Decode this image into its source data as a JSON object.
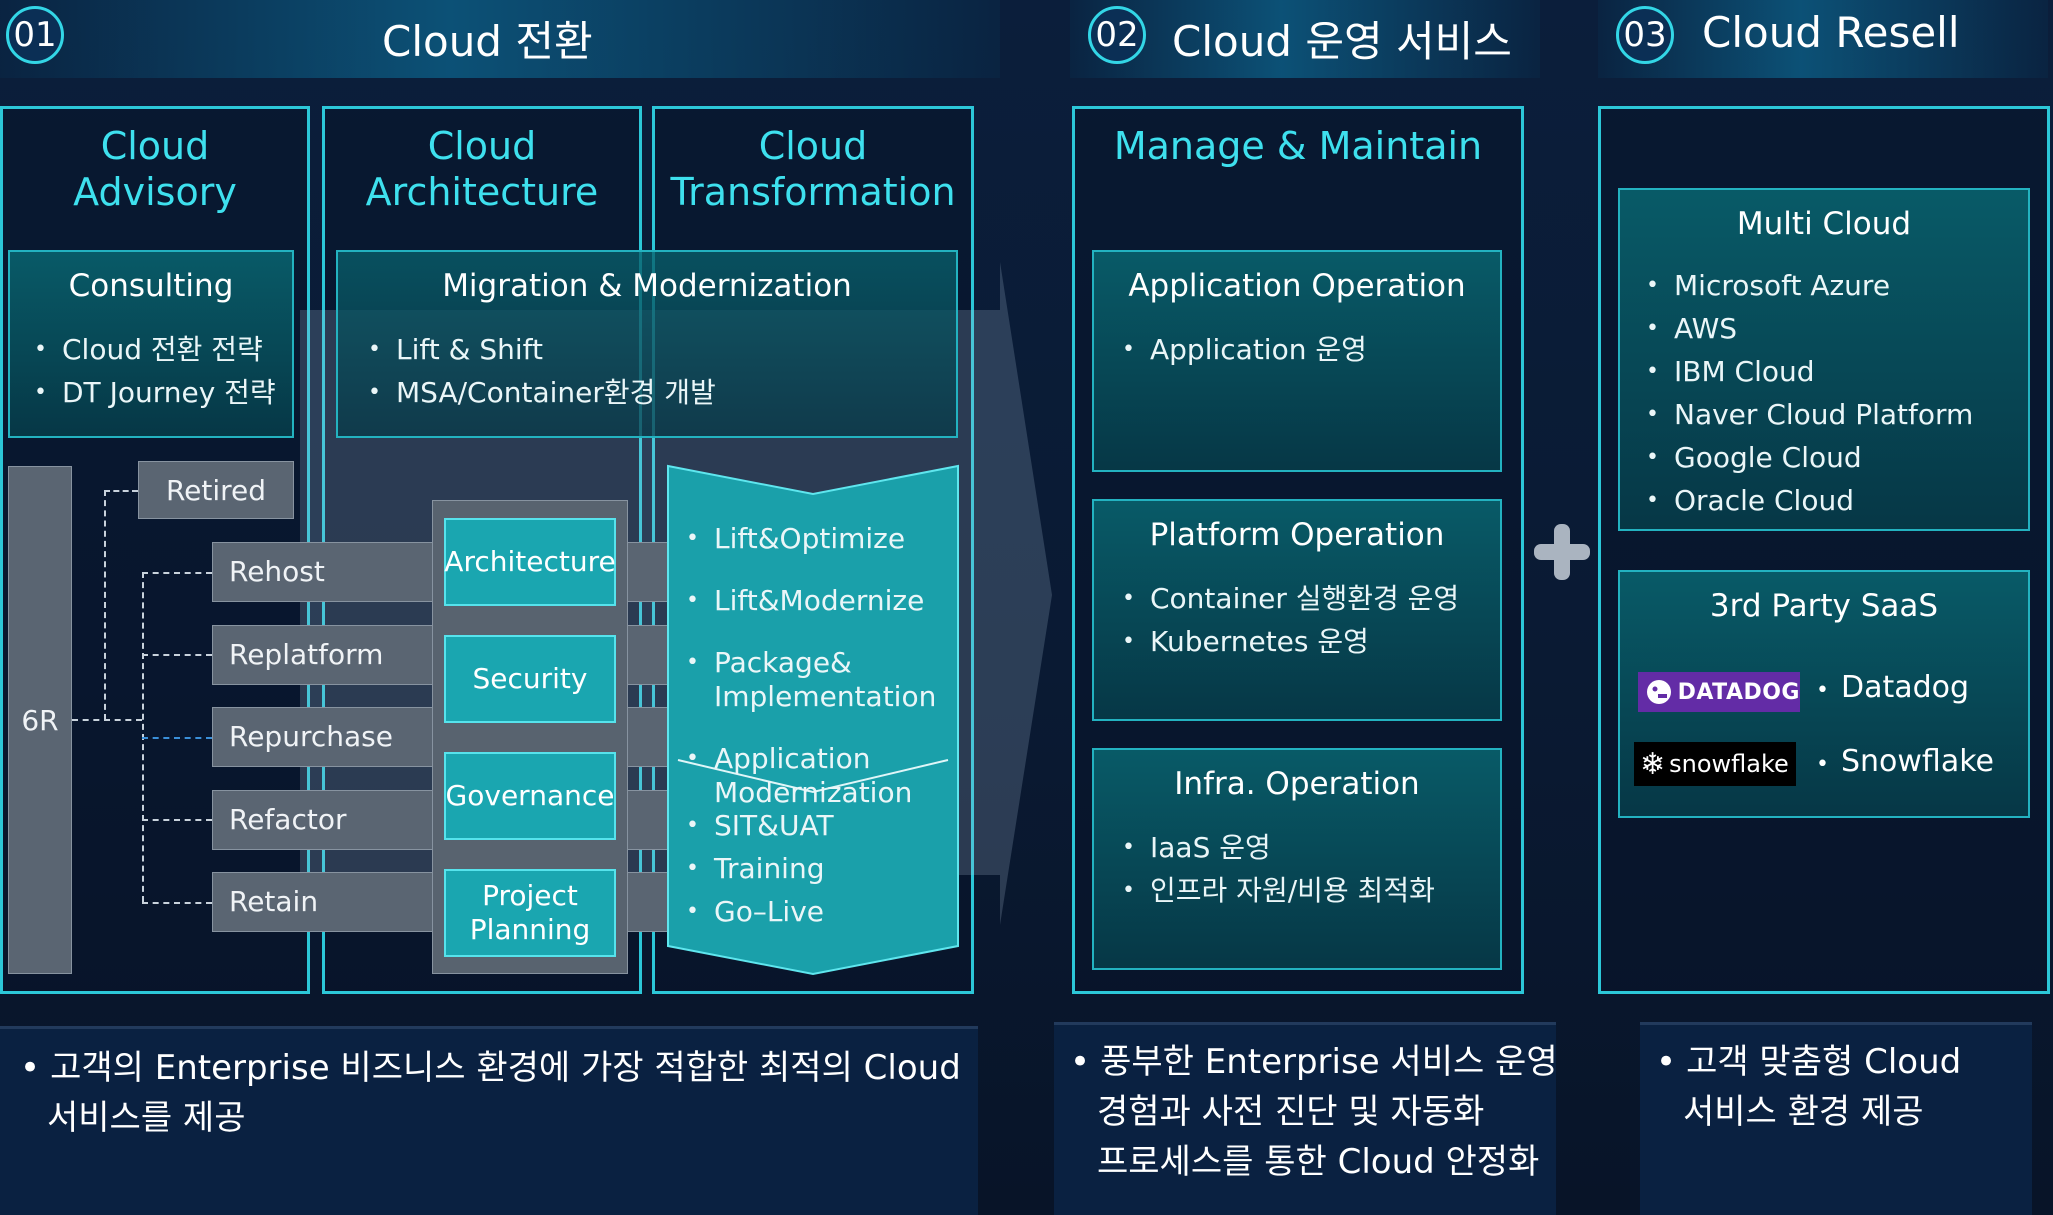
{
  "header": {
    "s1": {
      "num": "01",
      "title": "Cloud 전환"
    },
    "s2": {
      "num": "02",
      "title": "Cloud 운영 서비스"
    },
    "s3": {
      "num": "03",
      "title": "Cloud Resell"
    }
  },
  "columns": {
    "advisory": {
      "line1": "Cloud",
      "line2": "Advisory"
    },
    "architecture": {
      "line1": "Cloud",
      "line2": "Architecture"
    },
    "transformation": {
      "line1": "Cloud",
      "line2": "Transformation"
    },
    "manage": {
      "title": "Manage & Maintain"
    }
  },
  "consulting": {
    "title": "Consulting",
    "items": [
      "Cloud 전환 전략",
      "DT Journey 전략"
    ]
  },
  "migration": {
    "title": "Migration & Modernization",
    "items": [
      "Lift & Shift",
      "MSA/Container환경 개발"
    ]
  },
  "six_r": {
    "label": "6R",
    "retired": "Retired",
    "items": [
      "Rehost",
      "Replatform",
      "Repurchase",
      "Refactor",
      "Retain"
    ]
  },
  "arch_buttons": [
    "Architecture",
    "Security",
    "Governance",
    "Project\nPlanning"
  ],
  "transform": {
    "top_items": [
      "Lift&Optimize",
      "Lift&Modernize",
      "Package&\nImplementation",
      "Application\nModernization"
    ],
    "bottom_items": [
      "SIT&UAT",
      "Training",
      "Go–Live"
    ]
  },
  "operations": [
    {
      "title": "Application Operation",
      "items": [
        "Application 운영"
      ]
    },
    {
      "title": "Platform Operation",
      "items": [
        "Container 실행환경 운영",
        "Kubernetes 운영"
      ]
    },
    {
      "title": "Infra. Operation",
      "items": [
        "IaaS  운영",
        "인프라 자원/비용 최적화"
      ]
    }
  ],
  "multicloud": {
    "title": "Multi Cloud",
    "items": [
      "Microsoft Azure",
      "AWS",
      "IBM Cloud",
      "Naver Cloud Platform",
      "Google Cloud",
      "Oracle Cloud"
    ]
  },
  "saas": {
    "title": "3rd Party SaaS",
    "vendors": [
      {
        "logo": "DATADOG",
        "name": "Datadog"
      },
      {
        "logo": "snowflake",
        "name": "Snowflake"
      }
    ]
  },
  "footer": {
    "f1": {
      "line1": "고객의 Enterprise 비즈니스 환경에 가장 적합한 최적의 Cloud",
      "line2": "서비스를 제공"
    },
    "f2": {
      "line1": "풍부한 Enterprise 서비스 운영",
      "line2": "경험과 사전 진단 및 자동화",
      "line3": "프로세스를 통한 Cloud 안정화"
    },
    "f3": {
      "line1": "고객 맞춤형 Cloud",
      "line2": "서비스 환경 제공"
    }
  },
  "colors": {
    "accent": "#2cc7d8",
    "title_cyan": "#3ee0ee",
    "teal": "#1aa6b0",
    "datadog_purple": "#632ca6"
  }
}
